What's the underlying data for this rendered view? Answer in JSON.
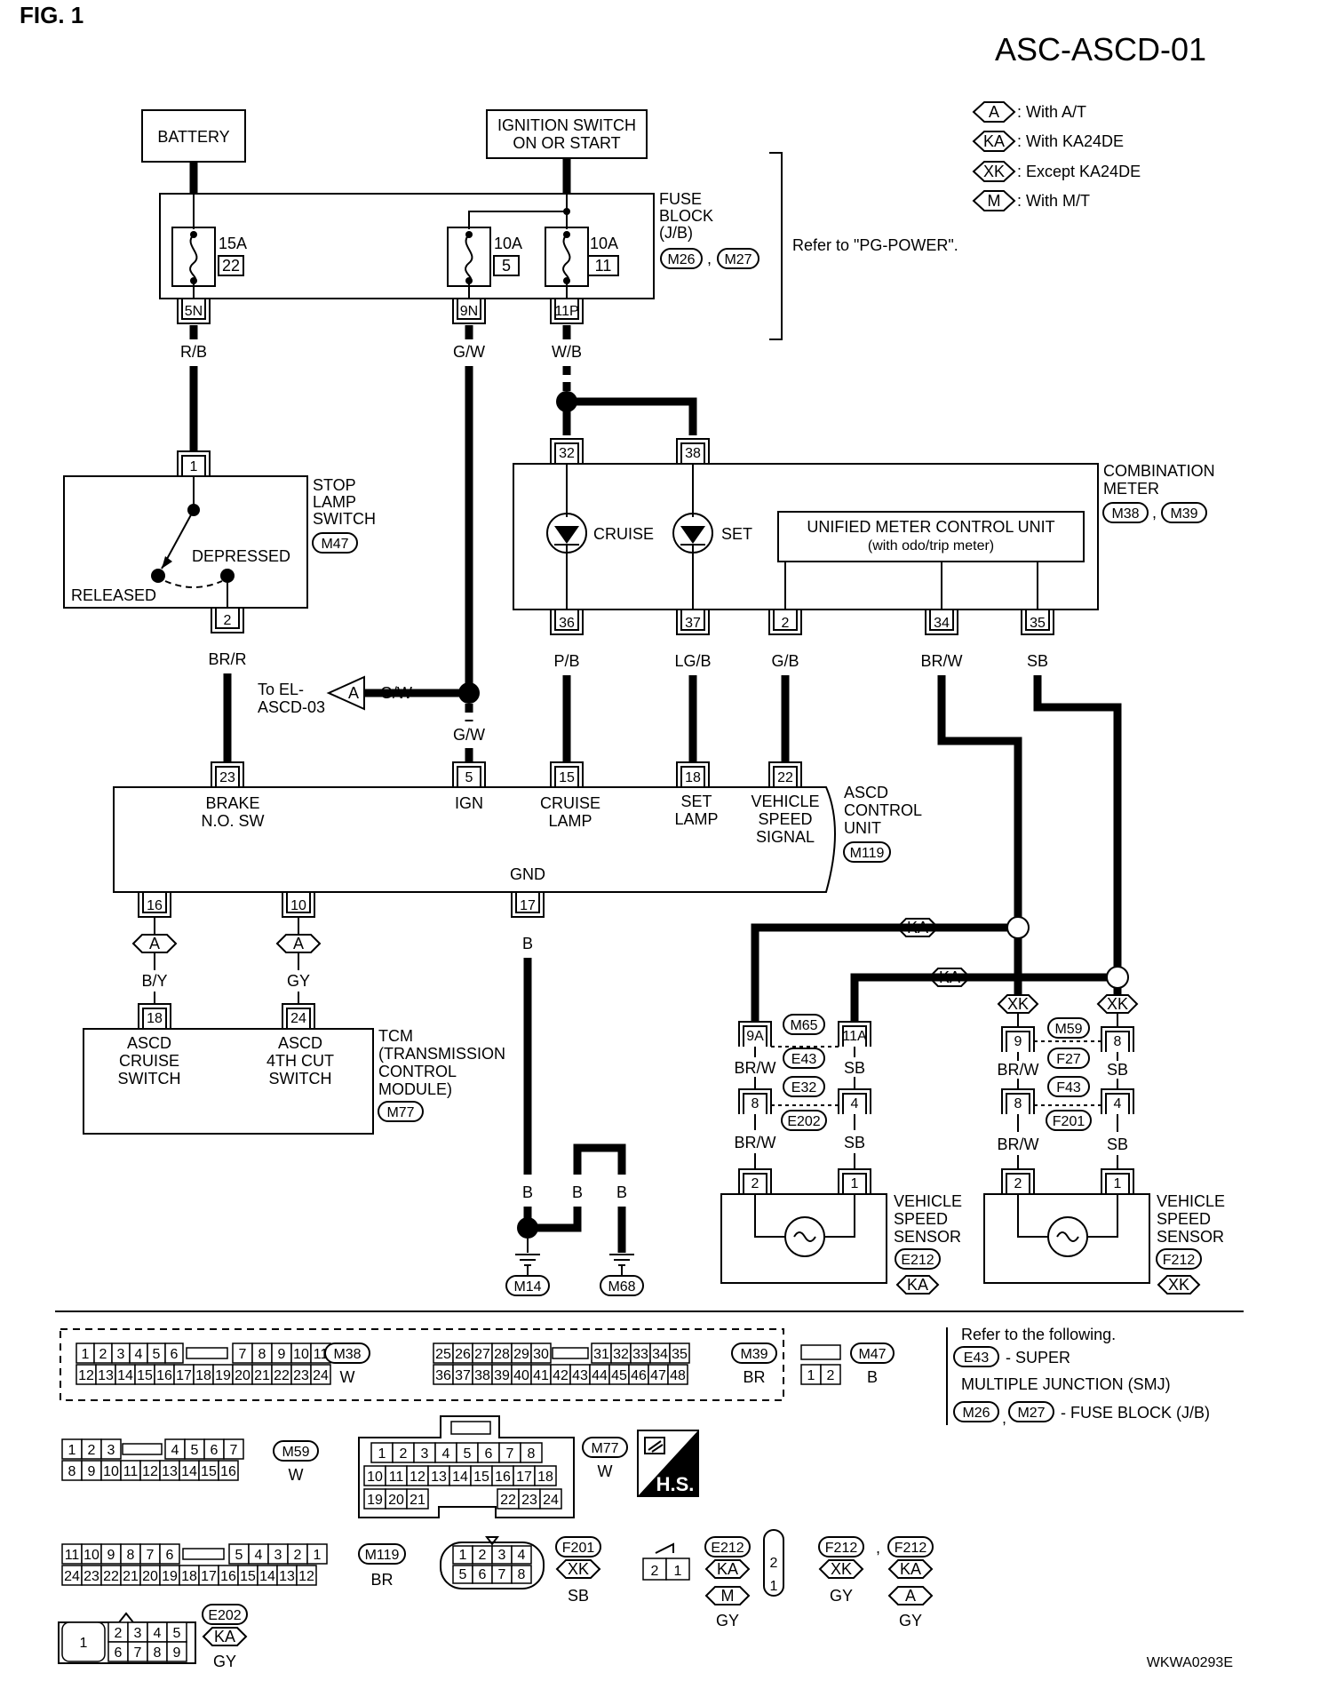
{
  "figure_label": "FIG. 1",
  "diagram_id": "ASC-ASCD-01",
  "image_code": "WKWA0293E",
  "legend": [
    {
      "code": "A",
      "text": ": With A/T"
    },
    {
      "code": "KA",
      "text": ": With KA24DE"
    },
    {
      "code": "XK",
      "text": ": Except KA24DE"
    },
    {
      "code": "M",
      "text": ": With M/T"
    }
  ],
  "battery": "BATTERY",
  "ignition": {
    "line1": "IGNITION SWITCH",
    "line2": "ON OR START"
  },
  "fuse_block": {
    "line1": "FUSE",
    "line2": "BLOCK",
    "line3": "(J/B)",
    "connectors": [
      "M26",
      "M27"
    ],
    "refer": "Refer to \"PG-POWER\".",
    "fuses": [
      {
        "amp": "15A",
        "num": "22",
        "term": "5N",
        "wire": "R/B"
      },
      {
        "amp": "10A",
        "num": "5",
        "term": "9N",
        "wire": "G/W"
      },
      {
        "amp": "10A",
        "num": "11",
        "term": "11P",
        "wire": "W/B"
      }
    ]
  },
  "stop_lamp": {
    "line1": "STOP",
    "line2": "LAMP",
    "line3": "SWITCH",
    "connector": "M47",
    "pin_in": "1",
    "pin_out": "2",
    "depressed": "DEPRESSED",
    "released": "RELEASED",
    "wire_out": "BR/R"
  },
  "combination_meter": {
    "line1": "COMBINATION",
    "line2": "METER",
    "connectors": [
      "M38",
      "M39"
    ],
    "pin_in1": "32",
    "pin_in2": "38",
    "cruise": "CRUISE",
    "set": "SET",
    "umcu_line1": "UNIFIED METER CONTROL UNIT",
    "umcu_line2": "(with odo/trip meter)",
    "pins_out": [
      {
        "pin": "36",
        "wire": "P/B"
      },
      {
        "pin": "37",
        "wire": "LG/B"
      },
      {
        "pin": "2",
        "wire": "G/B"
      },
      {
        "pin": "34",
        "wire": "BR/W"
      },
      {
        "pin": "35",
        "wire": "SB"
      }
    ]
  },
  "to_el": {
    "line1": "To EL-",
    "line2": "ASCD-03",
    "code": "A",
    "wire": "G/W",
    "wire_ign": "G/W"
  },
  "ascd_unit": {
    "line1": "ASCD",
    "line2": "CONTROL",
    "line3": "UNIT",
    "connector": "M119",
    "inputs": [
      {
        "pin": "23",
        "l1": "BRAKE",
        "l2": "N.O. SW"
      },
      {
        "pin": "5",
        "l1": "IGN",
        "l2": ""
      },
      {
        "pin": "15",
        "l1": "CRUISE",
        "l2": "LAMP"
      },
      {
        "pin": "18",
        "l1": "SET",
        "l2": "LAMP"
      },
      {
        "pin": "22",
        "l1": "VEHICLE",
        "l2": "SPEED",
        "l3": "SIGNAL"
      }
    ],
    "gnd": "GND",
    "outputs": [
      {
        "pin": "16",
        "code": "A",
        "wire": "B/Y"
      },
      {
        "pin": "10",
        "code": "A",
        "wire": "GY"
      },
      {
        "pin": "17",
        "wire": "B"
      }
    ]
  },
  "tcm": {
    "line1": "TCM",
    "line2": "(TRANSMISSION",
    "line3": "CONTROL",
    "line4": "MODULE)",
    "connector": "M77",
    "switches": [
      {
        "pin": "18",
        "l1": "ASCD",
        "l2": "CRUISE",
        "l3": "SWITCH"
      },
      {
        "pin": "24",
        "l1": "ASCD",
        "l2": "4TH CUT",
        "l3": "SWITCH"
      }
    ]
  },
  "ground": {
    "wires": [
      "B",
      "B",
      "B"
    ],
    "points": [
      "M14",
      "M68"
    ]
  },
  "sensor_ka": {
    "code": "KA",
    "pins_top": [
      "9A",
      "11A"
    ],
    "conn_top": [
      "M65",
      "E43"
    ],
    "pins_mid": [
      "8",
      "4"
    ],
    "conn_mid": [
      "E32",
      "E202"
    ],
    "wires": [
      "BR/W",
      "SB"
    ],
    "pins_sensor": [
      "2",
      "1"
    ],
    "l1": "VEHICLE",
    "l2": "SPEED",
    "l3": "SENSOR",
    "connector": "E212"
  },
  "sensor_xk": {
    "code": "XK",
    "pins_top": [
      "9",
      "8"
    ],
    "conn_top": [
      "M59",
      "F27"
    ],
    "pins_mid": [
      "8",
      "4"
    ],
    "conn_mid": [
      "F43",
      "F201"
    ],
    "wires": [
      "BR/W",
      "SB"
    ],
    "pins_sensor": [
      "2",
      "1"
    ],
    "l1": "VEHICLE",
    "l2": "SPEED",
    "l3": "SENSOR",
    "connector": "F212"
  },
  "refer_note": {
    "line1": "Refer to the following.",
    "c1": "E43",
    "t1": "- SUPER",
    "t2": "MULTIPLE JUNCTION (SMJ)",
    "c2": "M26",
    "c3": "M27",
    "t3": "- FUSE BLOCK (J/B)"
  },
  "connector_views": {
    "m38": {
      "name": "M38",
      "color": "W",
      "top": [
        "1",
        "2",
        "3",
        "4",
        "5",
        "6",
        "7",
        "8",
        "9",
        "10",
        "11"
      ],
      "bottom": [
        "12",
        "13",
        "14",
        "15",
        "16",
        "17",
        "18",
        "19",
        "20",
        "21",
        "22",
        "23",
        "24"
      ]
    },
    "m39": {
      "name": "M39",
      "color": "BR",
      "top": [
        "25",
        "26",
        "27",
        "28",
        "29",
        "30",
        "31",
        "32",
        "33",
        "34",
        "35"
      ],
      "bottom": [
        "36",
        "37",
        "38",
        "39",
        "40",
        "41",
        "42",
        "43",
        "44",
        "45",
        "46",
        "47",
        "48"
      ]
    },
    "m47": {
      "name": "M47",
      "color": "B",
      "pins": [
        "1",
        "2"
      ]
    },
    "m59": {
      "name": "M59",
      "color": "W",
      "top": [
        "1",
        "2",
        "3",
        "4",
        "5",
        "6",
        "7"
      ],
      "bottom": [
        "8",
        "9",
        "10",
        "11",
        "12",
        "13",
        "14",
        "15",
        "16"
      ]
    },
    "m77": {
      "name": "M77",
      "color": "W",
      "top": [
        "1",
        "2",
        "3",
        "4",
        "5",
        "6",
        "7",
        "8"
      ],
      "mid": [
        "10",
        "11",
        "12",
        "13",
        "14",
        "15",
        "16",
        "17",
        "18"
      ],
      "bottom": [
        "19",
        "20",
        "21",
        "22",
        "23",
        "24"
      ]
    },
    "hs": "H.S.",
    "m119": {
      "name": "M119",
      "color": "BR",
      "top": [
        "11",
        "10",
        "9",
        "8",
        "7",
        "6",
        "5",
        "4",
        "3",
        "2",
        "1"
      ],
      "bottom": [
        "24",
        "23",
        "22",
        "21",
        "20",
        "19",
        "18",
        "17",
        "16",
        "15",
        "14",
        "13",
        "12"
      ]
    },
    "f201": {
      "name": "F201",
      "code": "XK",
      "color": "SB",
      "top": [
        "1",
        "2",
        "3",
        "4"
      ],
      "bottom": [
        "5",
        "6",
        "7",
        "8"
      ]
    },
    "e212": {
      "name": "E212",
      "codes": [
        "KA",
        "M"
      ],
      "color": "GY",
      "pins": [
        "2",
        "1"
      ],
      "vpins": [
        "2",
        "1"
      ]
    },
    "f212a": {
      "name": "F212",
      "code": "XK",
      "color": "GY"
    },
    "f212b": {
      "name": "F212",
      "codes": [
        "KA",
        "A"
      ],
      "color": "GY"
    },
    "e202": {
      "name": "E202",
      "code": "KA",
      "color": "GY",
      "left": "1",
      "top": [
        "2",
        "3",
        "4",
        "5"
      ],
      "bottom": [
        "6",
        "7",
        "8",
        "9"
      ]
    }
  }
}
